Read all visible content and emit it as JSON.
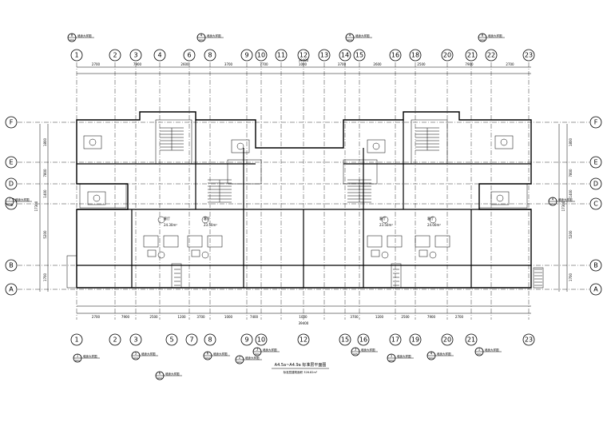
{
  "drawing": {
    "title": "A4.5a~A4.9a 标准层平面图",
    "subtitle": "标准层建筑面积 326.82m²",
    "axes_cols": [
      "1",
      "2",
      "3",
      "4",
      "6",
      "8",
      "9",
      "10",
      "11",
      "12",
      "13",
      "14",
      "15",
      "16",
      "18",
      "20",
      "21",
      "22",
      "23"
    ],
    "axes_cols_bottom": [
      "1",
      "2",
      "3",
      "5",
      "7",
      "8",
      "9",
      "10",
      "12",
      "15",
      "16",
      "17",
      "19",
      "20",
      "21",
      "23"
    ],
    "axes_rows": [
      "F",
      "E",
      "D",
      "C",
      "B",
      "A"
    ],
    "top_dims_outer": [
      "2700",
      "7900",
      "2600",
      "3700",
      "7700",
      "1000",
      "3700",
      "2600",
      "2500",
      "7900",
      "2700"
    ],
    "top_dims_total": "39400",
    "bottom_dims": [
      "2700",
      "7900",
      "2500",
      "1200",
      "3700",
      "1000",
      "7400",
      "1000",
      "3700",
      "1200",
      "2500",
      "7900",
      "2700"
    ],
    "bottom_dims_total": "39400",
    "left_dims": [
      "1800",
      "7800",
      "1400",
      "5200",
      "1700"
    ],
    "left_dims_total": "17300",
    "right_dims": [
      "1800",
      "7800",
      "1400",
      "5200",
      "1700"
    ],
    "right_dims_total": "17300",
    "rooms": [
      {
        "id": "r1",
        "label": "客厅",
        "area": "24.30m²"
      },
      {
        "id": "r2",
        "label": "客厅",
        "area": "23.50m²"
      },
      {
        "id": "r3",
        "label": "客厅",
        "area": "23.50m²"
      },
      {
        "id": "r4",
        "label": "客厅",
        "area": "24.00m²"
      }
    ],
    "detail_callouts": [
      {
        "num": "8",
        "sheet": "S02",
        "label": "墙身大样图"
      },
      {
        "num": "4",
        "sheet": "S02",
        "label": "墙身大样图"
      },
      {
        "num": "4",
        "sheet": "S02",
        "label": "墙身大样图"
      },
      {
        "num": "8",
        "sheet": "S02",
        "label": "墙身大样图"
      },
      {
        "num": "7",
        "sheet": "S02",
        "label": "墙身大样图"
      },
      {
        "num": "4",
        "sheet": "S02",
        "label": "墙身大样图"
      },
      {
        "num": "1",
        "sheet": "S01",
        "label": "墙身大样图"
      },
      {
        "num": "5",
        "sheet": "S02",
        "label": "墙身大样图"
      },
      {
        "num": "6",
        "sheet": "S02",
        "label": "墙身大样图"
      },
      {
        "num": "2",
        "sheet": "S01",
        "label": "墙身大样图"
      },
      {
        "num": "3",
        "sheet": "S01",
        "label": "墙身大样图"
      },
      {
        "num": "3",
        "sheet": "S05",
        "label": "墙身大样图"
      },
      {
        "num": "5",
        "sheet": "S02",
        "label": "墙身大样图"
      },
      {
        "num": "6",
        "sheet": "S02",
        "label": "墙身大样图"
      },
      {
        "num": "4",
        "sheet": "S02",
        "label": "墙身大样图"
      },
      {
        "num": "1",
        "sheet": "S01",
        "label": "墙身大样图"
      }
    ]
  }
}
